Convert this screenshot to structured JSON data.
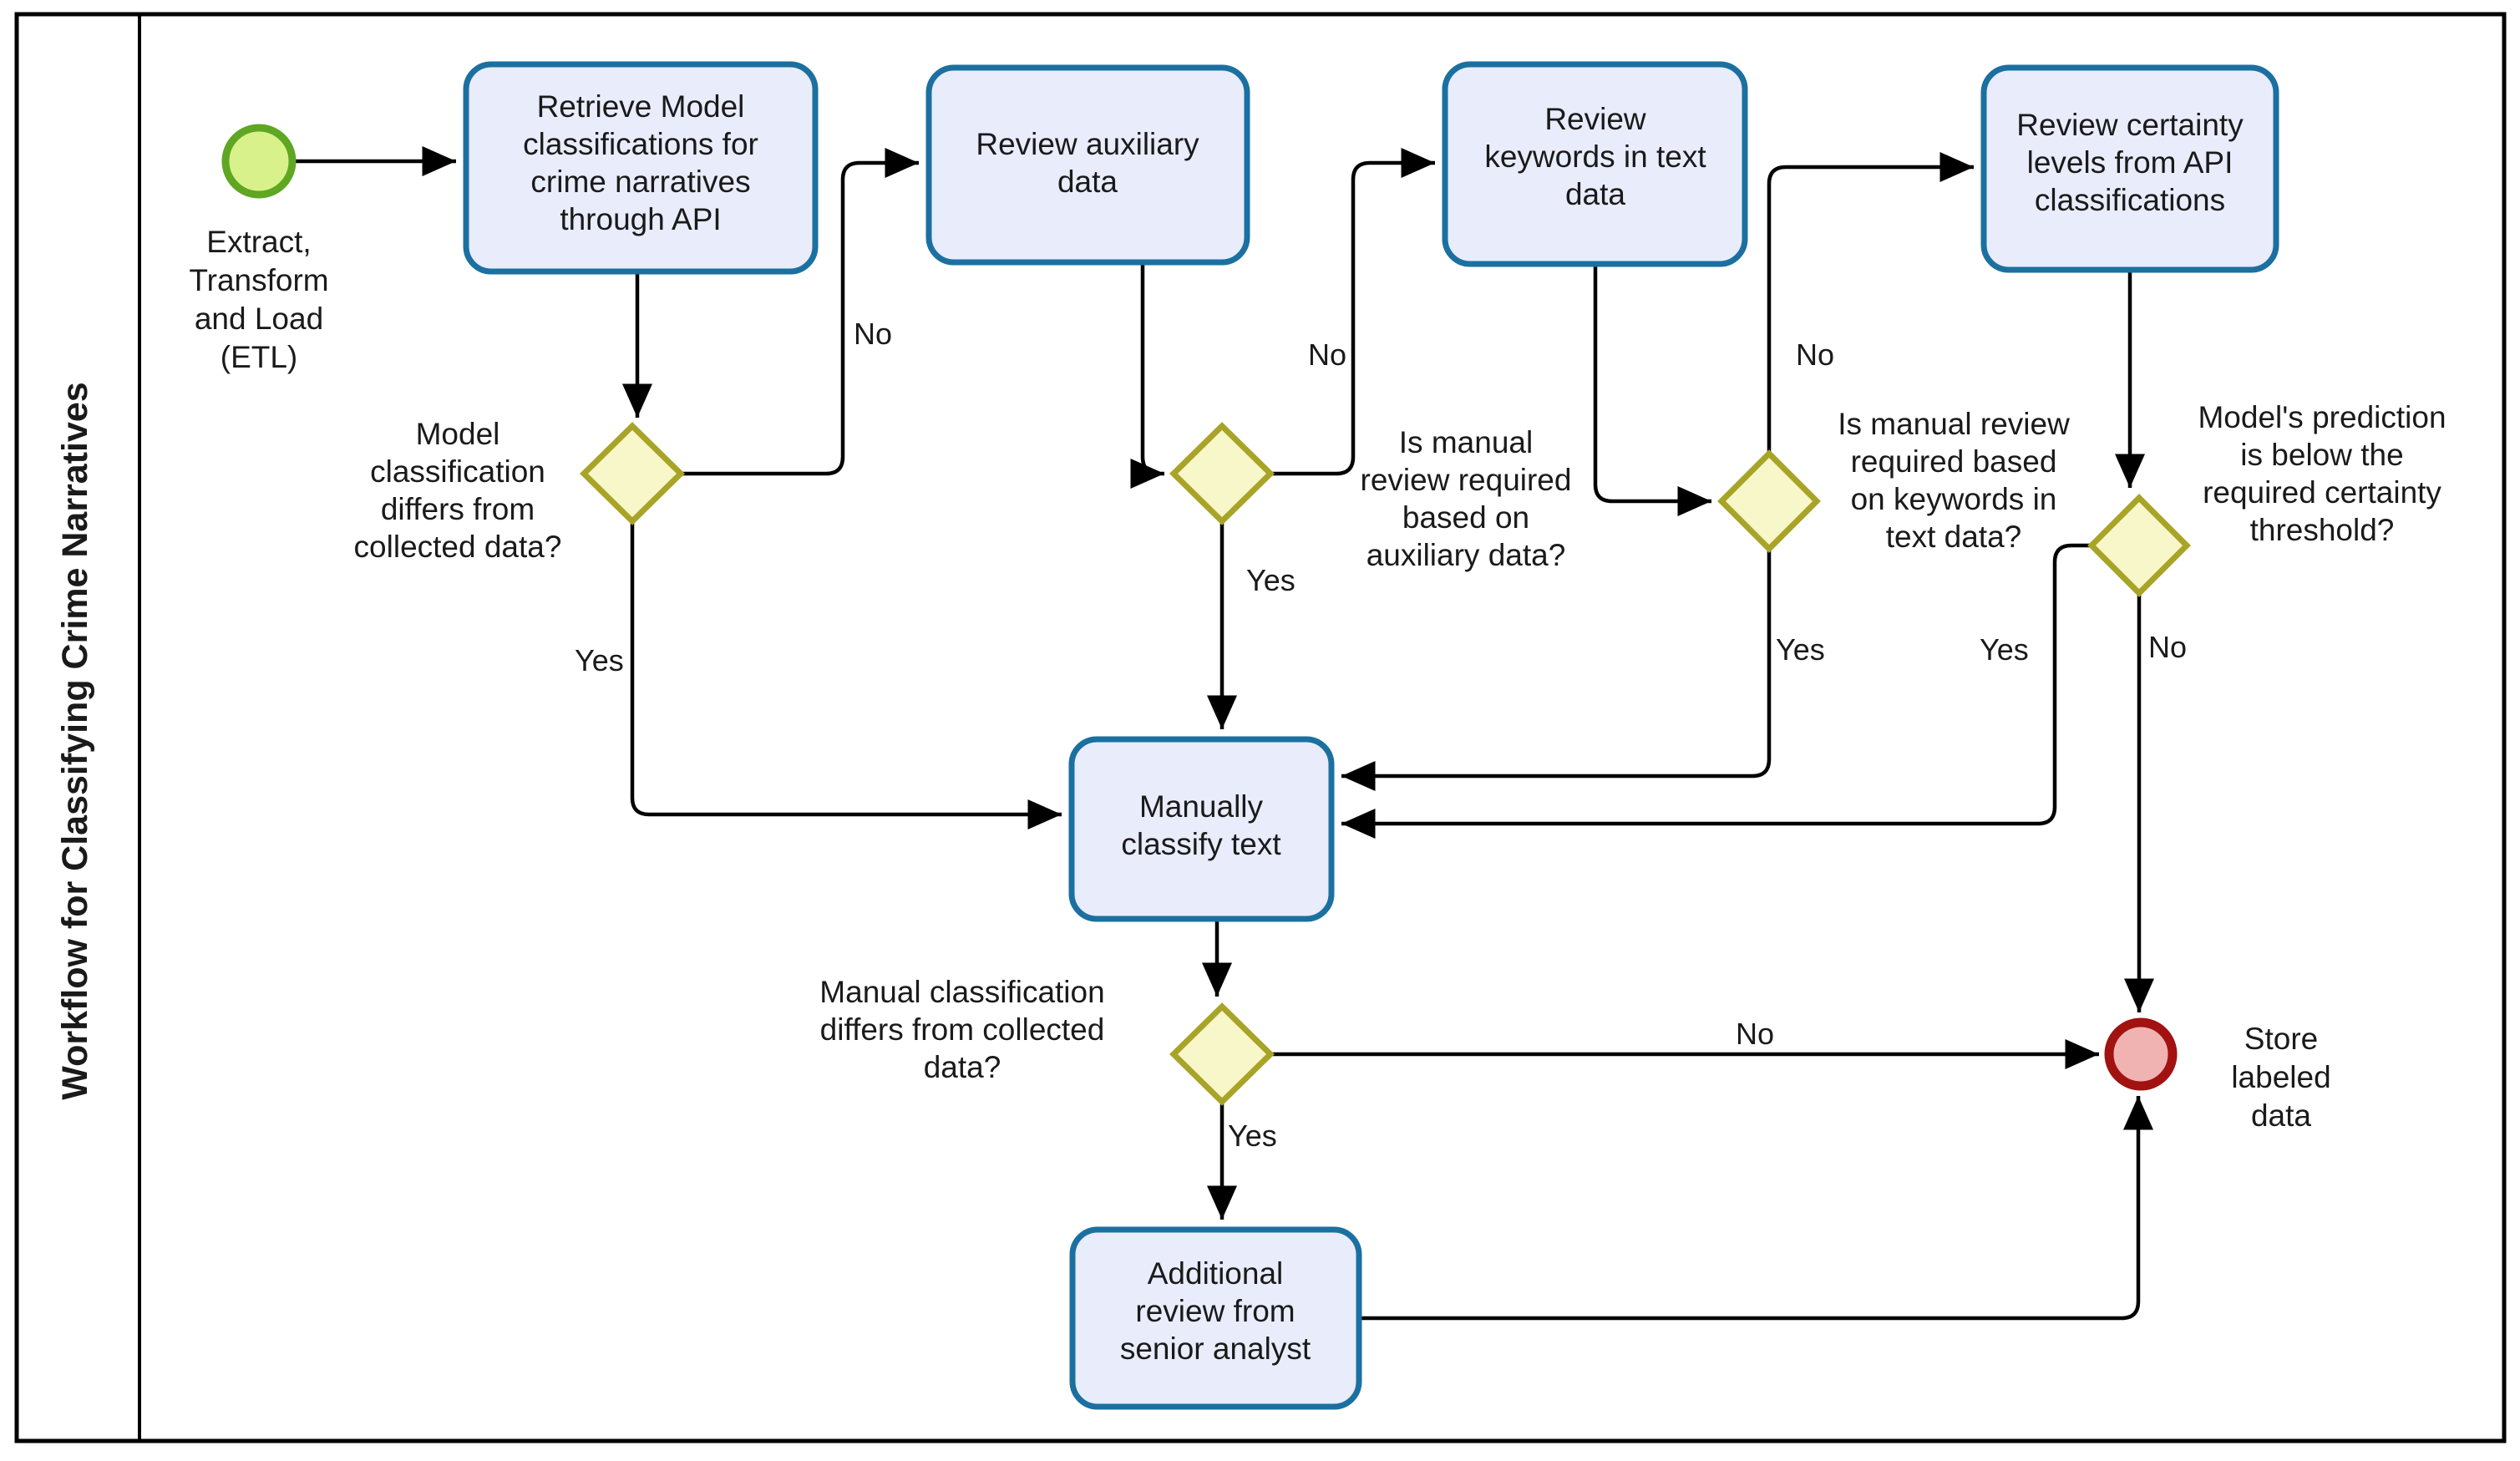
{
  "pool": {
    "title": "Workflow for Classifying Crime Narratives"
  },
  "colors": {
    "task_fill": "#e9ecfb",
    "task_stroke": "#1b70a0",
    "gateway_fill": "#f8f7c9",
    "gateway_stroke": "#a8a428",
    "start_fill": "#d9f18b",
    "start_stroke": "#5fa623",
    "end_fill": "#f0b3b2",
    "end_stroke": "#a11210",
    "line": "#000000",
    "text": "#1a1a1a",
    "bg": "#ffffff"
  },
  "start_event": {
    "label_lines": [
      "Extract,",
      "Transform",
      "and Load",
      "(ETL)"
    ]
  },
  "end_event": {
    "label_lines": [
      "Store",
      "labeled",
      "data"
    ]
  },
  "tasks": [
    {
      "id": "retrieve-model-classifications",
      "lines": [
        "Retrieve Model",
        "classifications for",
        "crime narratives",
        "through API"
      ]
    },
    {
      "id": "review-auxiliary-data",
      "lines": [
        "Review auxiliary",
        "data"
      ]
    },
    {
      "id": "review-keywords",
      "lines": [
        "Review",
        "keywords in text",
        "data"
      ]
    },
    {
      "id": "review-certainty",
      "lines": [
        "Review certainty",
        "levels from API",
        "classifications"
      ]
    },
    {
      "id": "manually-classify-text",
      "lines": [
        "Manually",
        "classify text"
      ]
    },
    {
      "id": "additional-review",
      "lines": [
        "Additional",
        "review from",
        "senior analyst"
      ]
    }
  ],
  "gateways": [
    {
      "id": "model-classification-differs",
      "lines": [
        "Model",
        "classification",
        "differs from",
        "collected data?"
      ]
    },
    {
      "id": "manual-review-auxiliary",
      "lines": [
        "Is manual",
        "review required",
        "based on",
        "auxiliary data?"
      ]
    },
    {
      "id": "manual-review-keywords",
      "lines": [
        "Is manual review",
        "required based",
        "on keywords in",
        "text data?"
      ]
    },
    {
      "id": "prediction-below-threshold",
      "lines": [
        "Model's prediction",
        "is below the",
        "required certainty",
        "threshold?"
      ]
    },
    {
      "id": "manual-classification-differs",
      "lines": [
        "Manual classification",
        "differs from collected",
        "data?"
      ]
    }
  ],
  "edge_labels": {
    "gw1_yes": "Yes",
    "gw1_no": "No",
    "gw2_yes": "Yes",
    "gw2_no": "No",
    "gw3_yes": "Yes",
    "gw3_no": "No",
    "gw4_yes": "Yes",
    "gw4_no": "No",
    "gw5_yes": "Yes",
    "gw5_no": "No"
  }
}
